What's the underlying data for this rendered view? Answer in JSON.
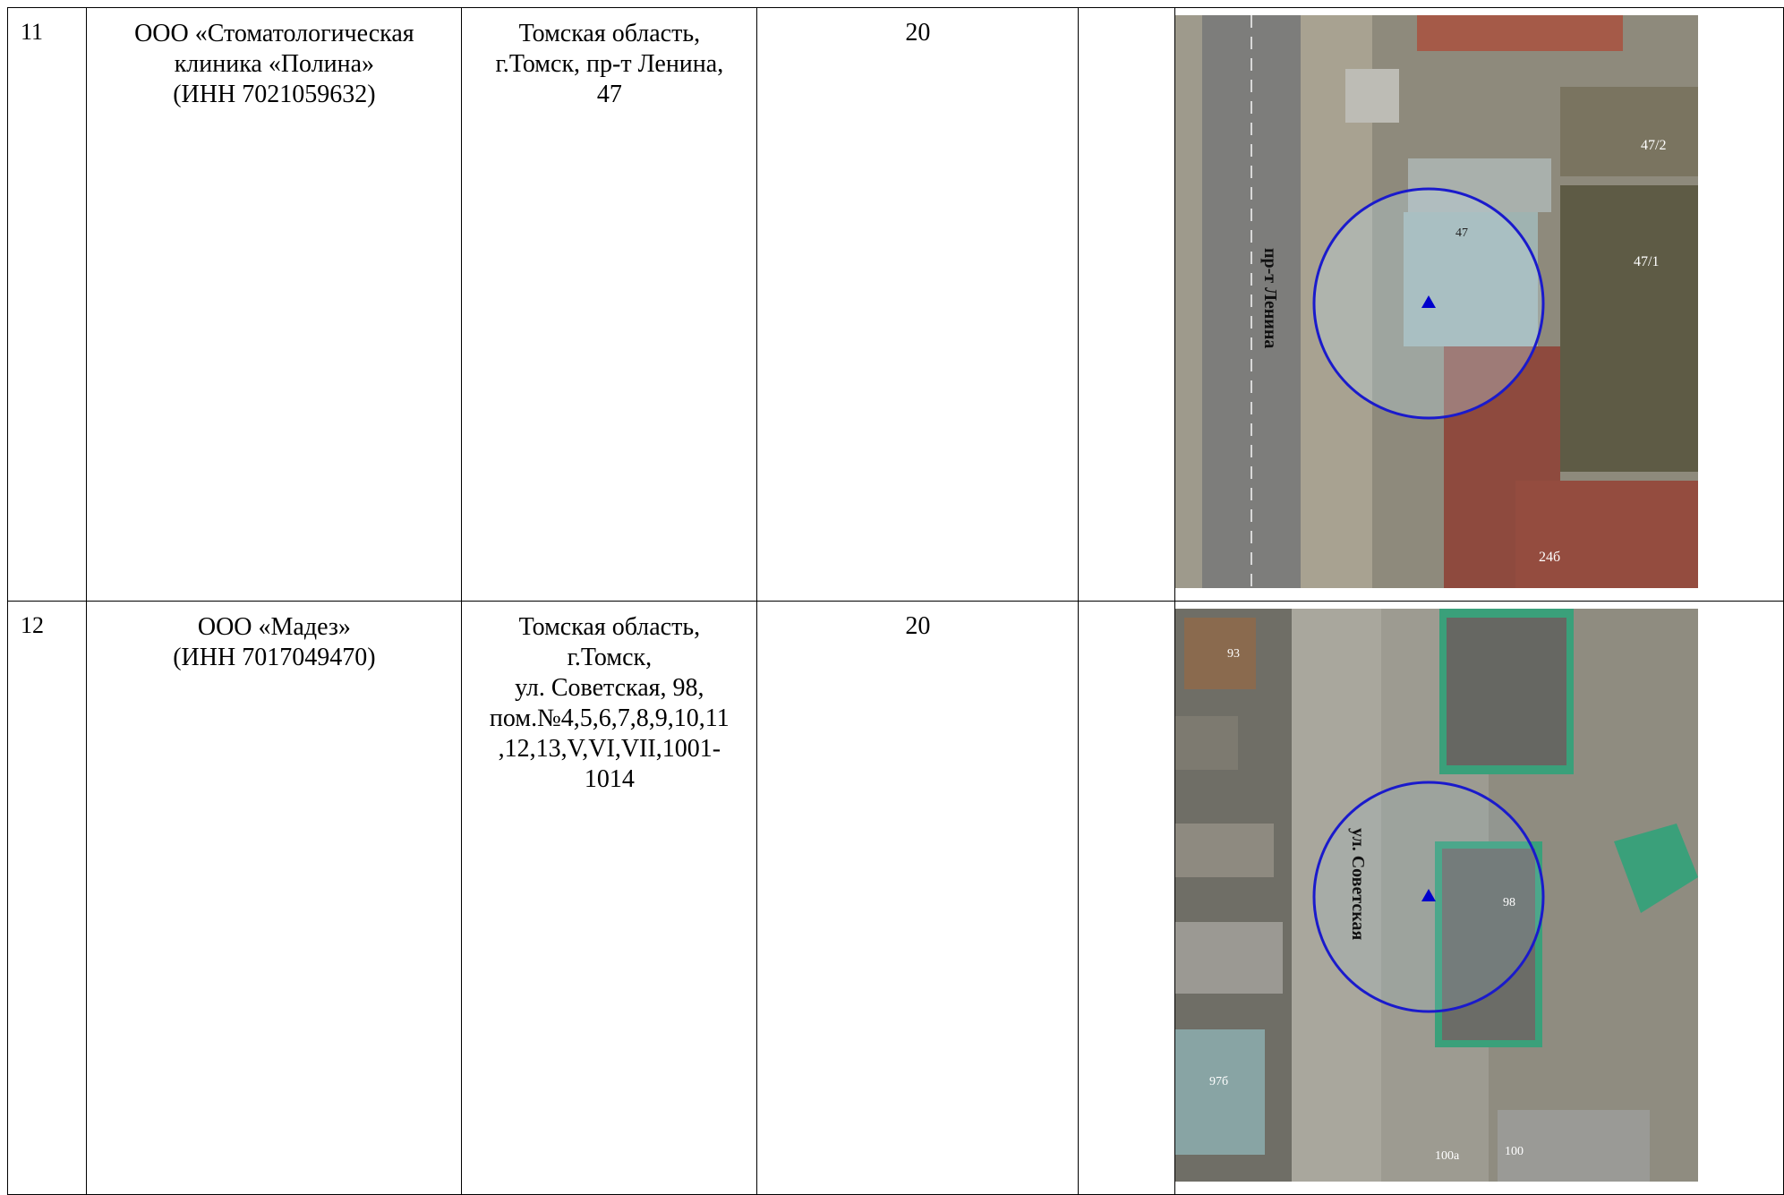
{
  "rows": [
    {
      "num": "11",
      "org": [
        "ООО «Стоматологическая",
        "клиника «Полина»",
        "(ИНН 7021059632)"
      ],
      "addr": [
        "Томская область,",
        "г.Томск, пр-т Ленина,",
        "47"
      ],
      "distance": "20",
      "map": {
        "street": "пр-т Ленина",
        "labels": [
          "47/2",
          "47",
          "47/1",
          "24б"
        ]
      }
    },
    {
      "num": "12",
      "org": [
        "ООО «Мадез»",
        "(ИНН 7017049470)"
      ],
      "addr": [
        "Томская область,",
        "г.Томск,",
        "ул. Советская, 98,",
        "пом.№4,5,6,7,8,9,10,11",
        ",12,13,V,VI,VII,1001-",
        "1014"
      ],
      "distance": "20",
      "map": {
        "street": "ул. Советская",
        "labels": [
          "93",
          "98",
          "97б",
          "100а",
          "100"
        ]
      }
    }
  ],
  "colors": {
    "circle": "#1a1acc",
    "marker": "#0000cc",
    "road": "#8a8a88",
    "roof_green": "#3aa07a",
    "roof_red": "#9a4a3a"
  }
}
